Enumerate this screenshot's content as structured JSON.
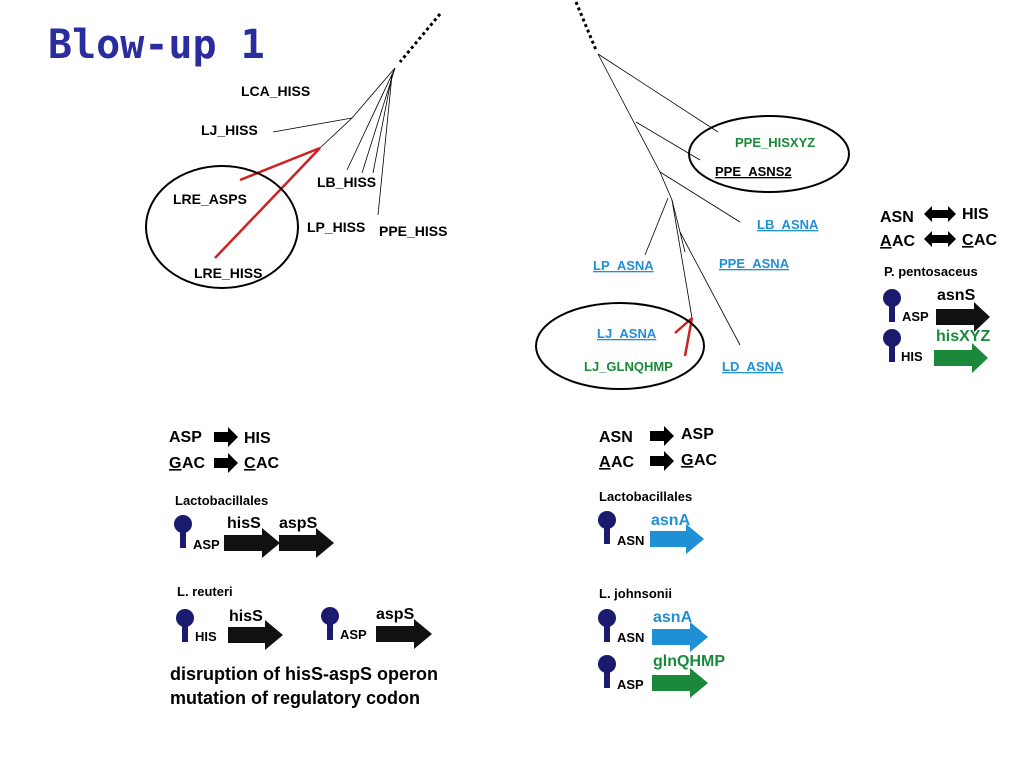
{
  "title": "Blow-up 1",
  "colors": {
    "title": "#2b2d9e",
    "green": "#1a8a3a",
    "blue": "#1f8fd6",
    "navy": "#1a1a6e",
    "red": "#cc2222",
    "black": "#000000"
  },
  "left_tree": {
    "labels": {
      "lca_hiss": "LCA_HISS",
      "lj_hiss": "LJ_HISS",
      "lre_asps": "LRE_ASPS",
      "lb_hiss": "LB_HISS",
      "lp_hiss": "LP_HISS",
      "ppe_hiss": "PPE_HISS",
      "lre_hiss": "LRE_HISS"
    }
  },
  "right_tree": {
    "labels": {
      "ppe_hisxyz": "PPE_HISXYZ",
      "ppe_asns2": "PPE_ASNS2",
      "lb_asna": "LB_ASNA",
      "lp_asna": "LP_ASNA",
      "ppe_asna": "PPE_ASNA",
      "lj_asna": "LJ_ASNA",
      "lj_glnqhmp": "LJ_GLNQHMP",
      "ld_asna": "LD_ASNA"
    }
  },
  "legend_left": {
    "row1_from": "ASP",
    "row1_to": "HIS",
    "row2_from_first": "G",
    "row2_from_rest": "AC",
    "row2_to_first": "C",
    "row2_to_rest": "AC",
    "group1": "Lactobacillales",
    "group1_ligand": "ASP",
    "group1_gene1": "hisS",
    "group1_gene2": "aspS",
    "group2": "L. reuteri",
    "group2_ligand1": "HIS",
    "group2_gene1": "hisS",
    "group2_ligand2": "ASP",
    "group2_gene2": "aspS",
    "note_line1": "disruption of hisS-aspS operon",
    "note_line2": "mutation of regulatory codon"
  },
  "legend_mid": {
    "row1_from": "ASN",
    "row1_to": "ASP",
    "row2_from_first": "A",
    "row2_from_rest": "AC",
    "row2_to_first": "G",
    "row2_to_rest": "AC",
    "group1": "Lactobacillales",
    "group1_ligand": "ASN",
    "group1_gene": "asnA",
    "group2": "L. johnsonii",
    "group2_ligand1": "ASN",
    "group2_gene1": "asnA",
    "group2_ligand2": "ASP",
    "group2_gene2": "glnQHMP"
  },
  "legend_right": {
    "row1_left": "ASN",
    "row1_right": "HIS",
    "row2_left_first": "A",
    "row2_left_rest": "AC",
    "row2_right_first": "C",
    "row2_right_rest": "AC",
    "species": "P. pentosaceus",
    "ligand1": "ASP",
    "gene1": "asnS",
    "ligand2": "HIS",
    "gene2": "hisXYZ"
  }
}
